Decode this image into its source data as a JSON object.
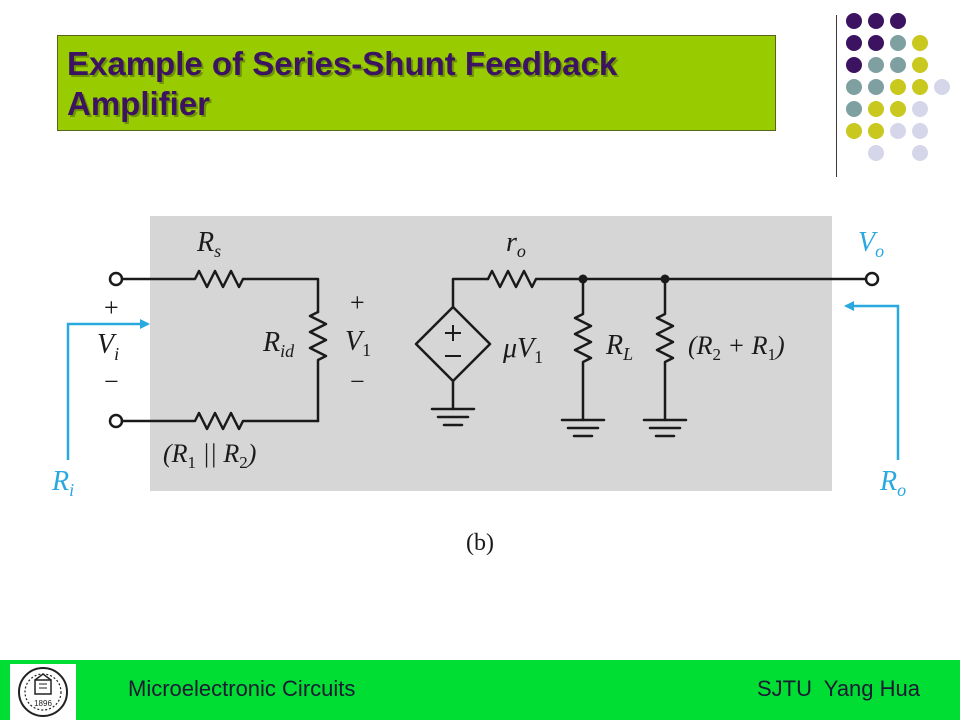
{
  "slide": {
    "title": "Example of Series-Shunt Feedback Amplifier"
  },
  "circuit": {
    "caption": "(b)",
    "labels": {
      "rs": "R",
      "rs_sub": "s",
      "rid": "R",
      "rid_sub": "id",
      "plus_in": "+",
      "minus_in": "−",
      "vi": "V",
      "vi_sub": "i",
      "plus_v1": "+",
      "minus_v1": "−",
      "v1": "V",
      "v1_sub": "1",
      "r1r2_par": "(R",
      "r1r2_par_sub1": "1",
      "r1r2_par_mid": " || R",
      "r1r2_par_sub2": "2",
      "r1r2_par_end": ")",
      "ro": "r",
      "ro_sub": "o",
      "muv1": "μV",
      "muv1_sub": "1",
      "rl": "R",
      "rl_sub": "L",
      "r2r1_sum": "(R",
      "r2r1_sum_sub1": "2",
      "r2r1_sum_mid": " + R",
      "r2r1_sum_sub2": "1",
      "r2r1_sum_end": ")",
      "vo": "V",
      "vo_sub": "o",
      "ri": "R",
      "ri_sub": "i",
      "ro_out": "R",
      "ro_out_sub": "o"
    },
    "colors": {
      "panel": "#d6d6d6",
      "wire": "#1a1a1a",
      "arrow": "#29a9e0"
    }
  },
  "footer": {
    "left_text": "Microelectronic Circuits",
    "right_text": "SJTU  Yang Hua",
    "logo_text": "1896"
  },
  "theme": {
    "title_bg": "#99cc00",
    "title_text": "#3c1361",
    "footer_bg": "#00dd33",
    "dot_colors": [
      "#3c1361",
      "#7fa0a0",
      "#c8c81e",
      "#d6d6ea"
    ]
  }
}
